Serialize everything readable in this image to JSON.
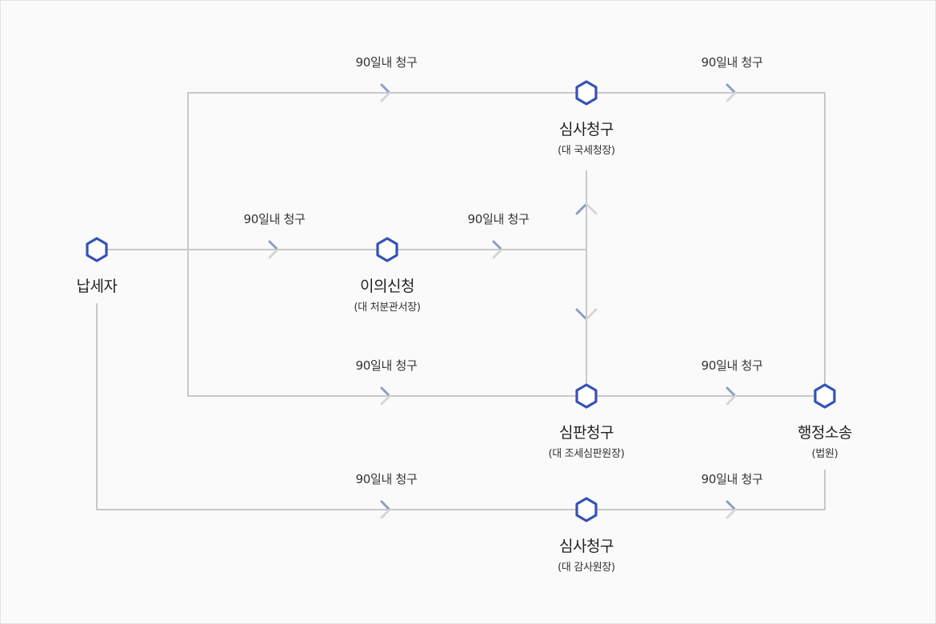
{
  "colors": {
    "line": "#c8c8c8",
    "arrow": "#8d9cc4",
    "arrow_fade": "#d6d6d6",
    "hex_stroke": "#3552b6",
    "hex_fill": "#ffffff"
  },
  "icons": {
    "node": "hexagon-icon",
    "arrow": "chevron-right-icon"
  },
  "nodes": {
    "taxpayer": {
      "title": "납세자"
    },
    "objection": {
      "title": "이의신청",
      "sub": "(대 처분관서장)"
    },
    "review_nts": {
      "title": "심사청구",
      "sub": "(대 국세청장)"
    },
    "tribunal": {
      "title": "심판청구",
      "sub": "(대 조세심판원장)"
    },
    "lawsuit": {
      "title": "행정소송",
      "sub": "(법원)"
    },
    "review_bai": {
      "title": "심사청구",
      "sub": "(대 감사원장)"
    }
  },
  "edge_labels": {
    "to_review_nts": "90일내 청구",
    "review_nts_to_lawsuit": "90일내 청구",
    "to_objection": "90일내 청구",
    "objection_out": "90일내 청구",
    "to_tribunal": "90일내 청구",
    "tribunal_to_lawsuit": "90일내 청구",
    "to_review_bai": "90일내 청구",
    "review_bai_to_lawsuit": "90일내 청구"
  }
}
